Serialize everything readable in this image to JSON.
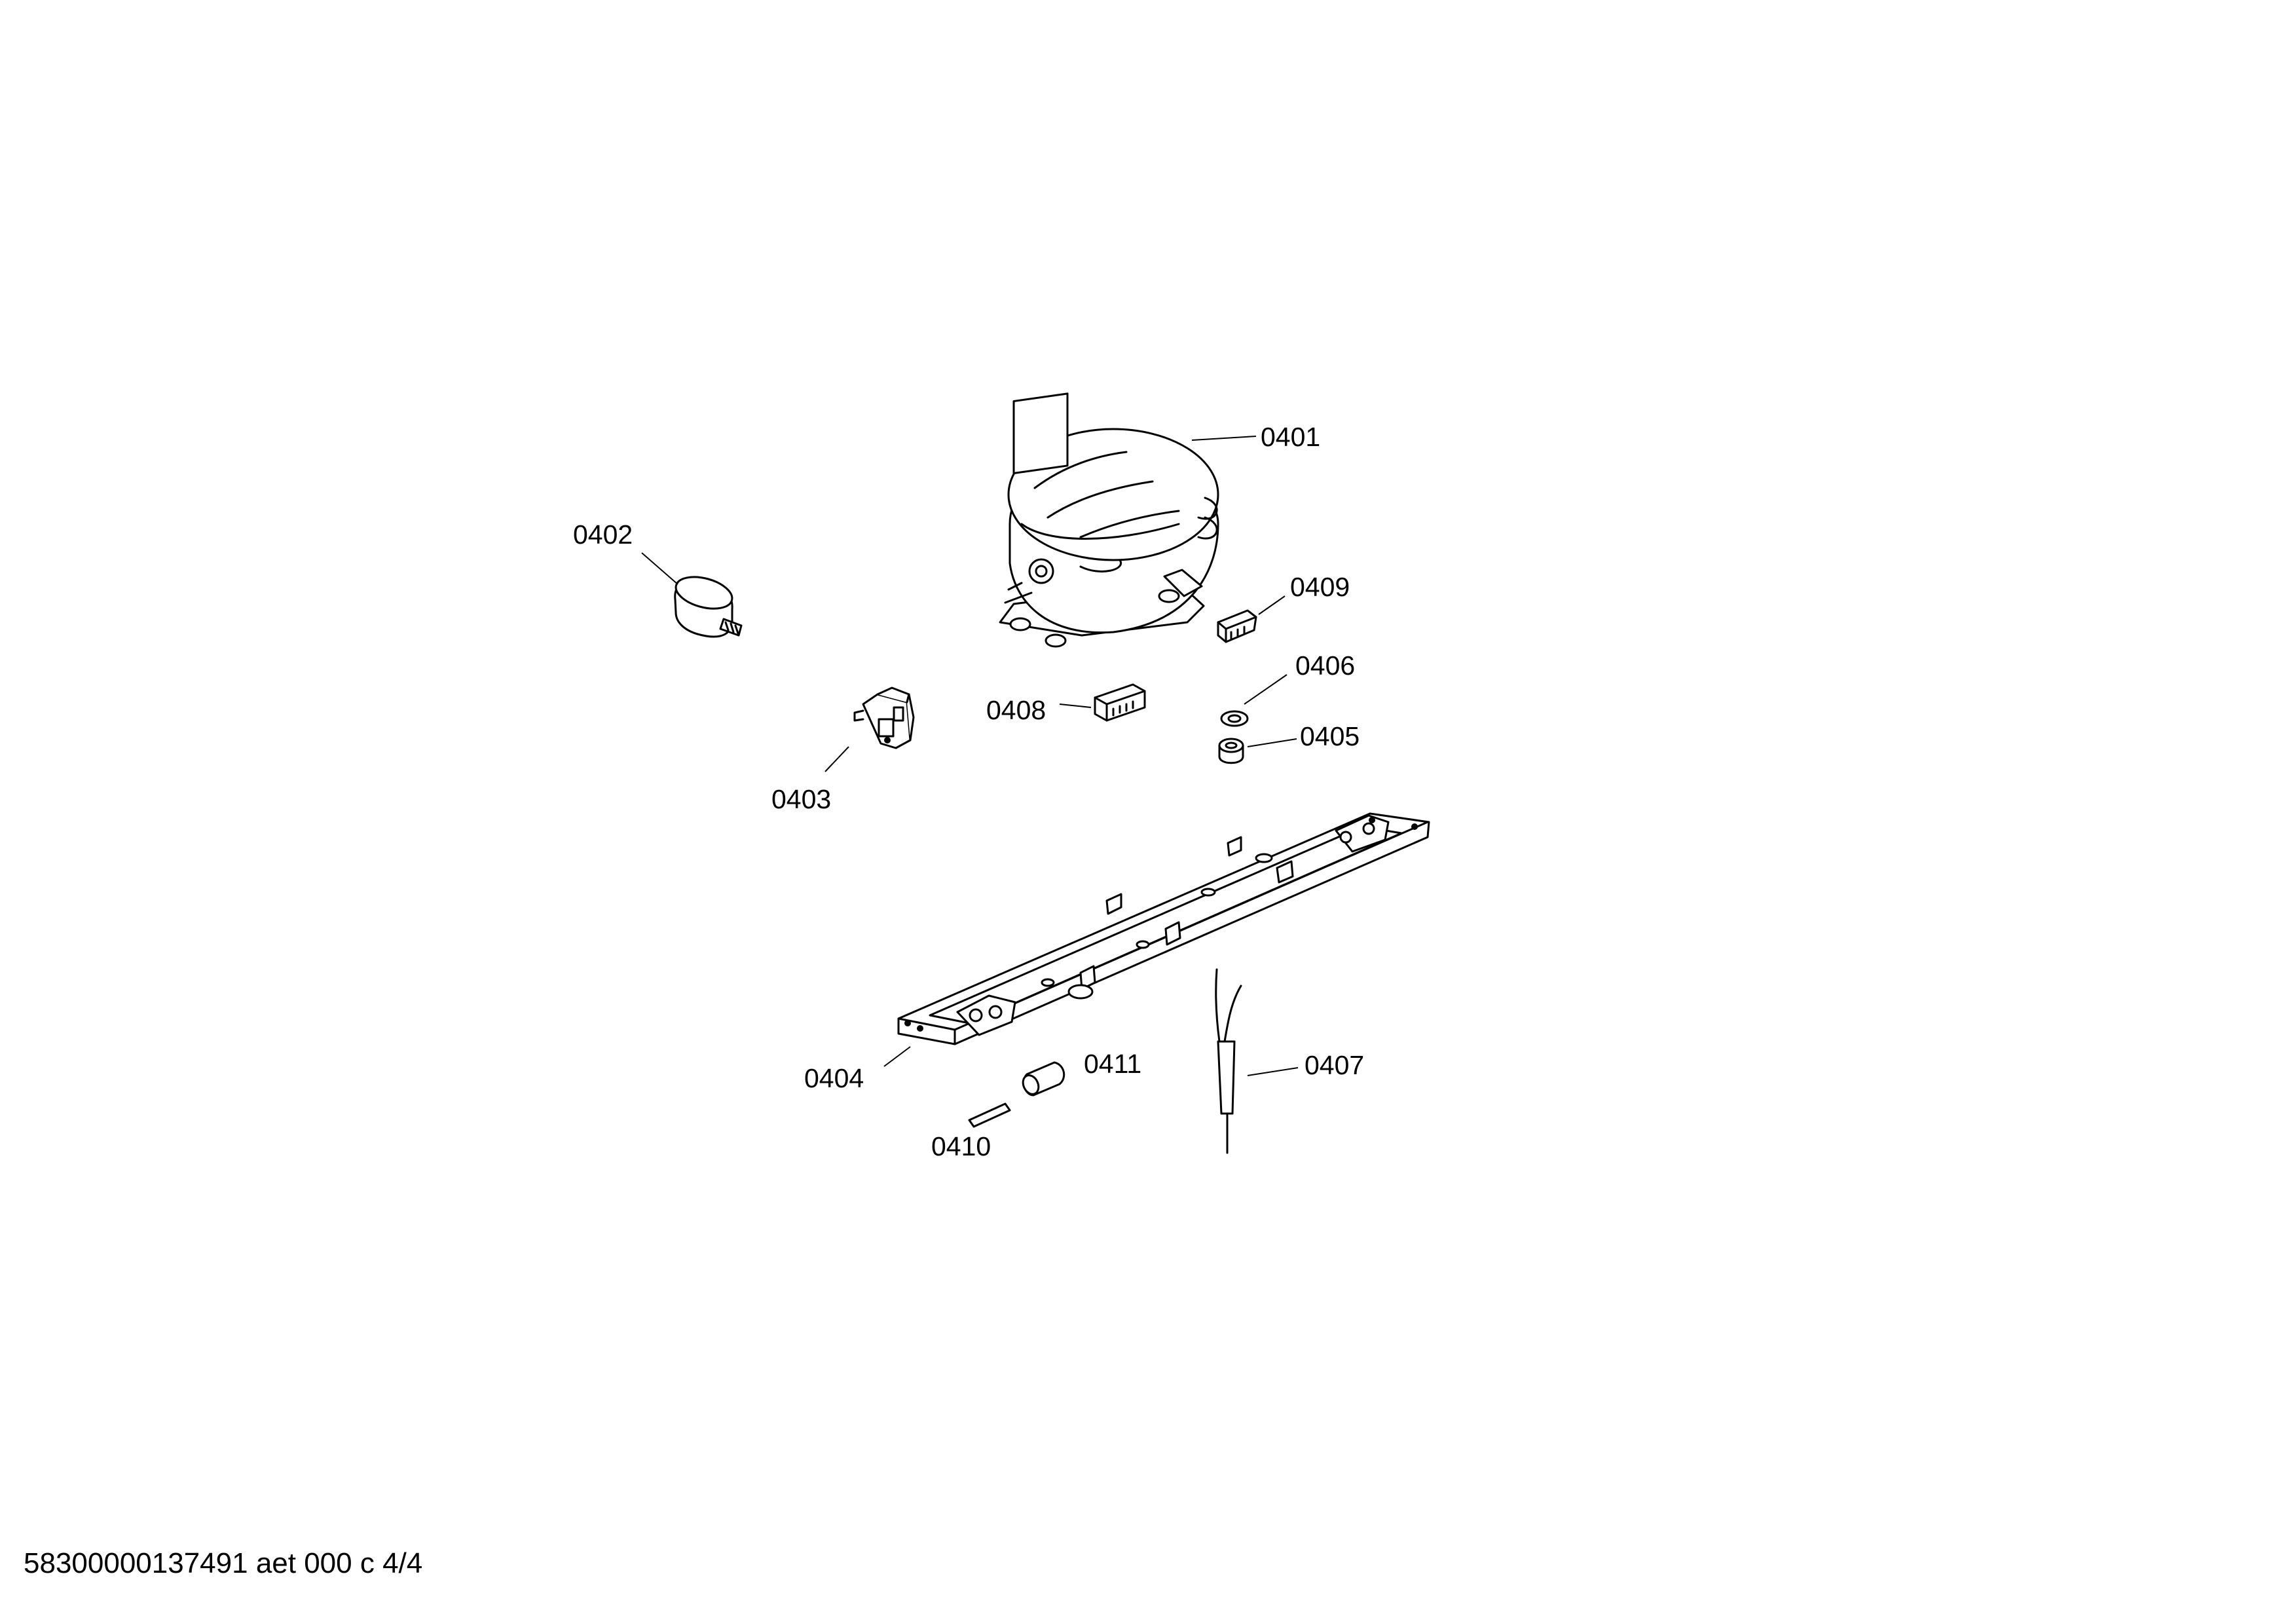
{
  "parts": [
    {
      "id": "compressor",
      "label": "0401"
    },
    {
      "id": "knob",
      "label": "0402"
    },
    {
      "id": "starter-relay",
      "label": "0403"
    },
    {
      "id": "base-rail",
      "label": "0404"
    },
    {
      "id": "grommet",
      "label": "0405"
    },
    {
      "id": "washer",
      "label": "0406"
    },
    {
      "id": "filter-drier",
      "label": "0407"
    },
    {
      "id": "connector-block",
      "label": "0408"
    },
    {
      "id": "terminal-block",
      "label": "0409"
    },
    {
      "id": "pin",
      "label": "0410"
    },
    {
      "id": "sleeve",
      "label": "0411"
    }
  ],
  "footer": {
    "text": "58300000137491 aet 000 c 4/4"
  },
  "colors": {
    "line": "#000000",
    "background": "#ffffff"
  }
}
